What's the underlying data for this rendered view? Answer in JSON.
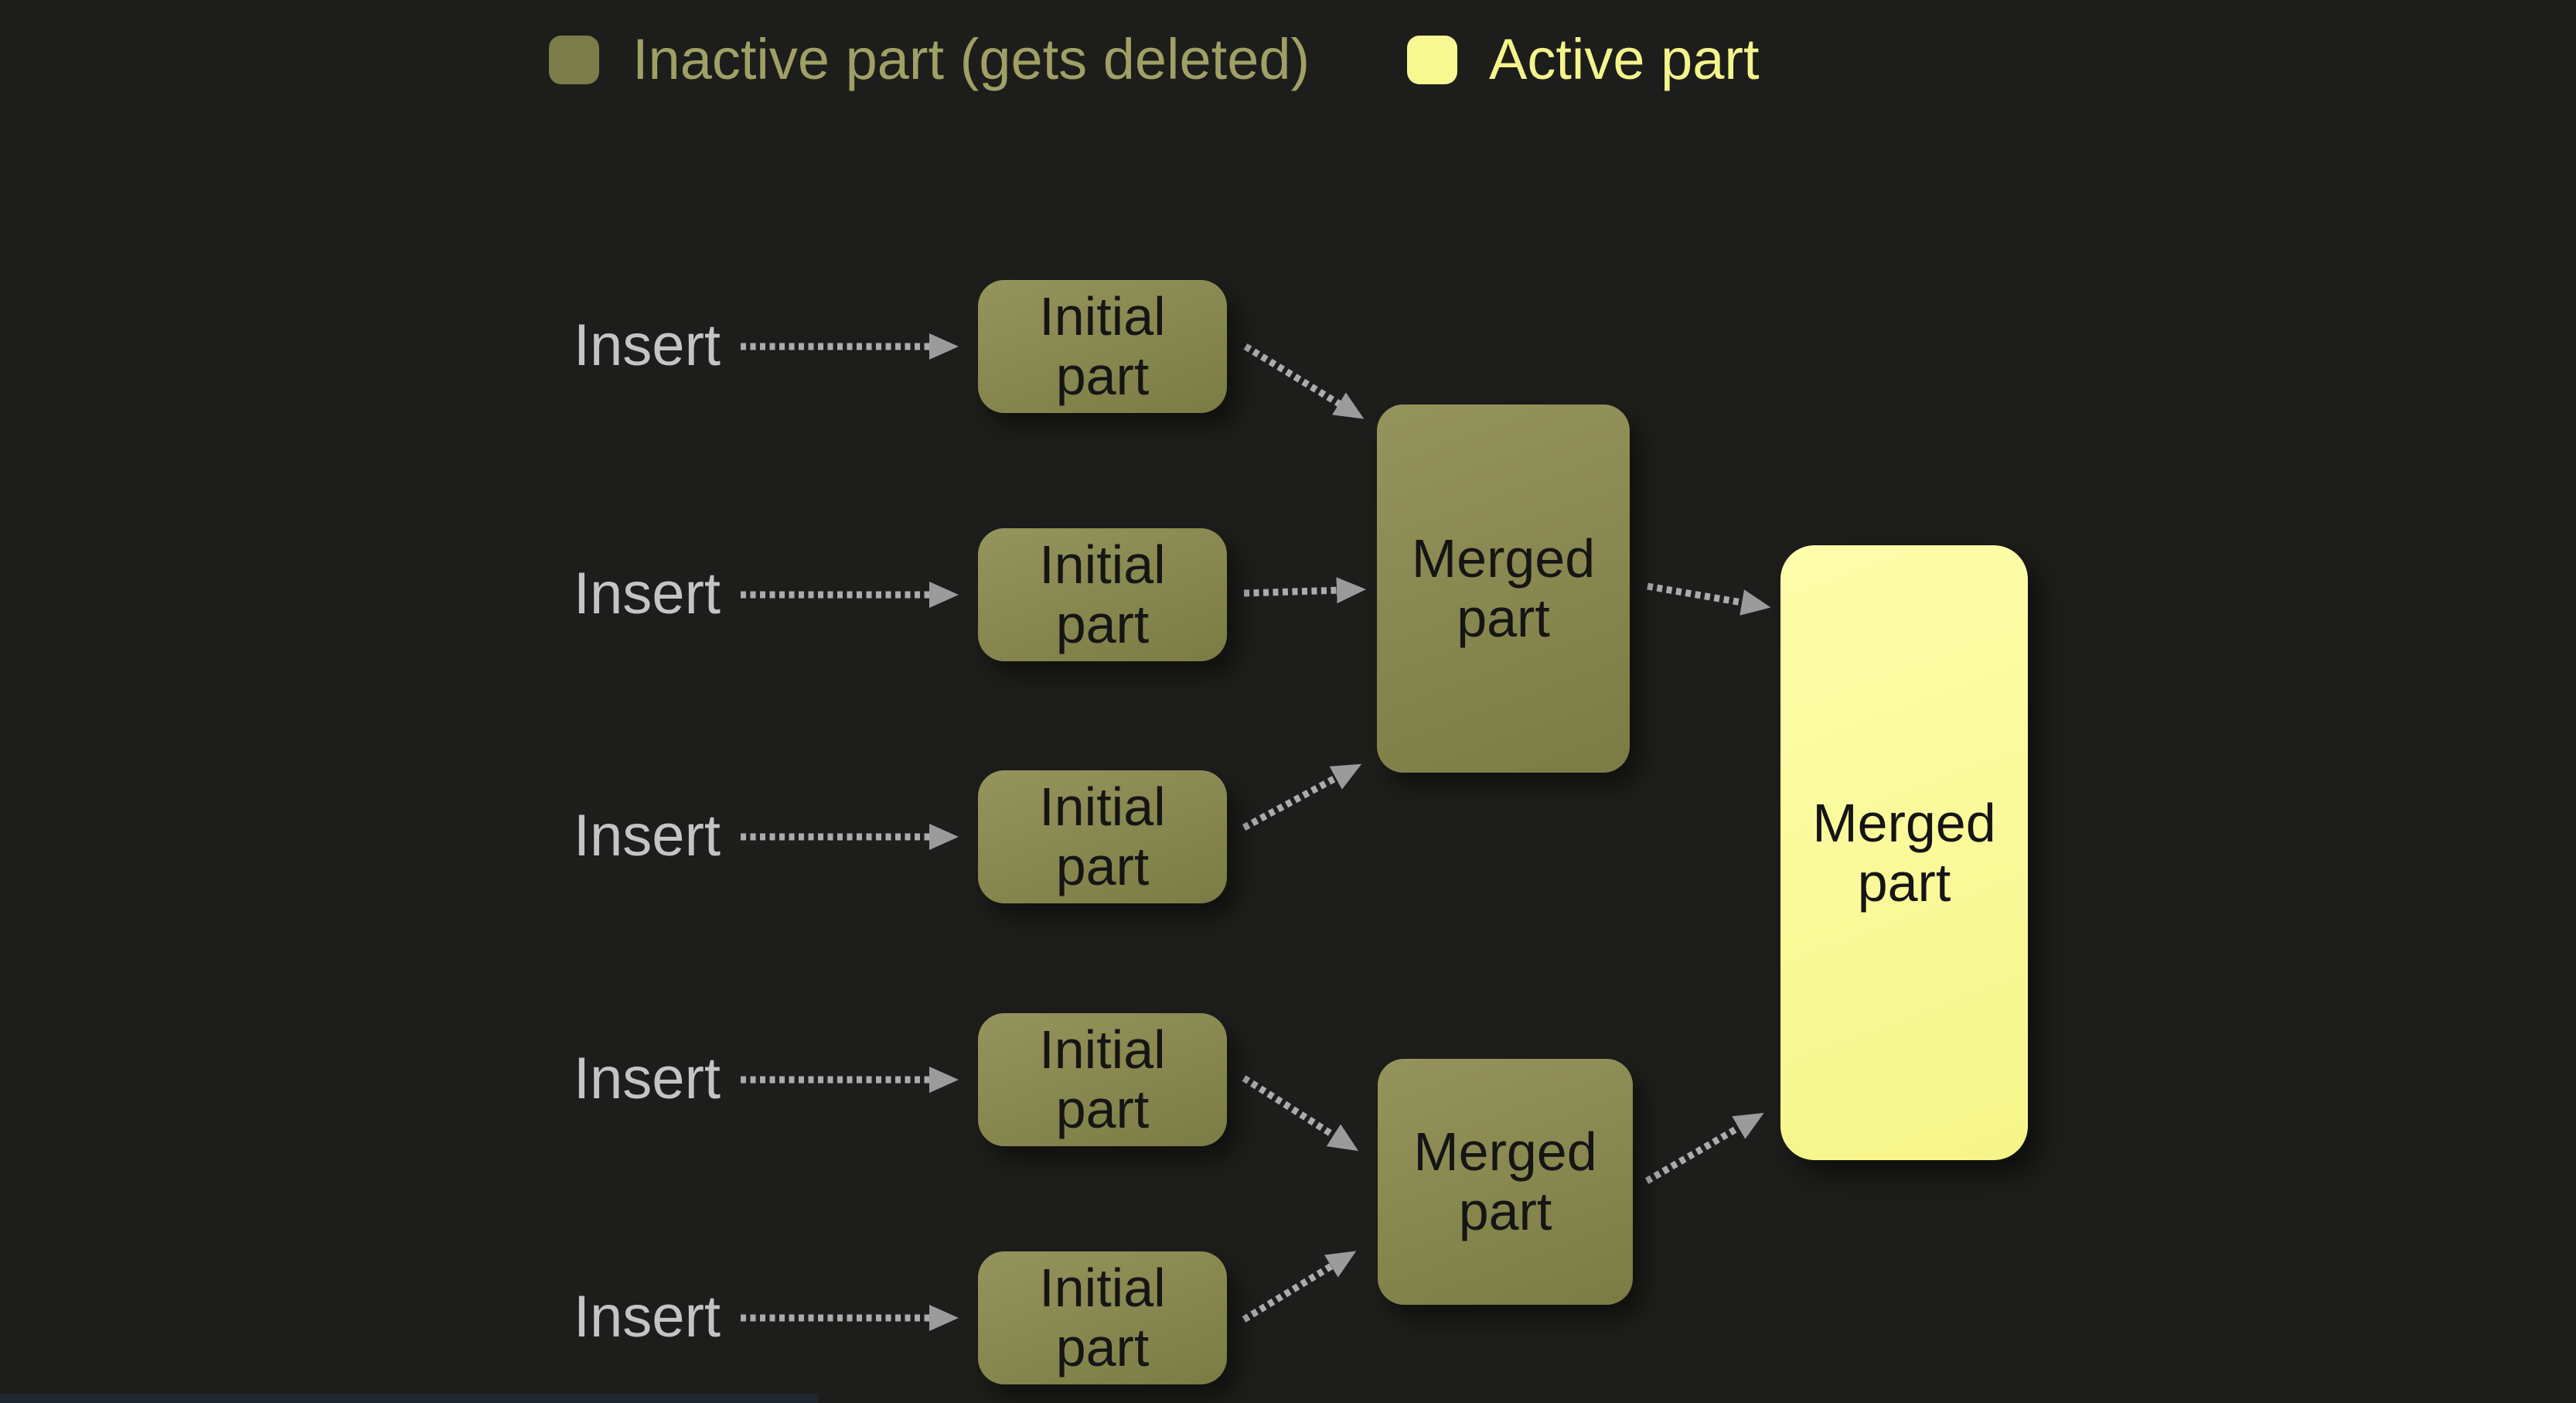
{
  "page": {
    "background_color": "#1d1d1b"
  },
  "legend": {
    "items": [
      {
        "label": "Inactive part (gets deleted)",
        "swatch_color": "#7c7c48",
        "text_color": "#a0a066"
      },
      {
        "label": "Active part",
        "swatch_color": "#f8f893",
        "text_color": "#f4f48c"
      }
    ]
  },
  "flow": {
    "insert_label": "Insert",
    "initial_label": "Initial\npart",
    "merged_label": "Merged\npart",
    "insert_rows": 5,
    "intermediate_merges": 2,
    "final_merges": 1
  },
  "colors": {
    "inactive_node": "#89894f",
    "active_node": "#fafa9c",
    "node_text": "#151515",
    "insert_text": "#c4c4c4",
    "arrow_dots": "#ababab",
    "arrow_head": "#9b9b9b"
  }
}
